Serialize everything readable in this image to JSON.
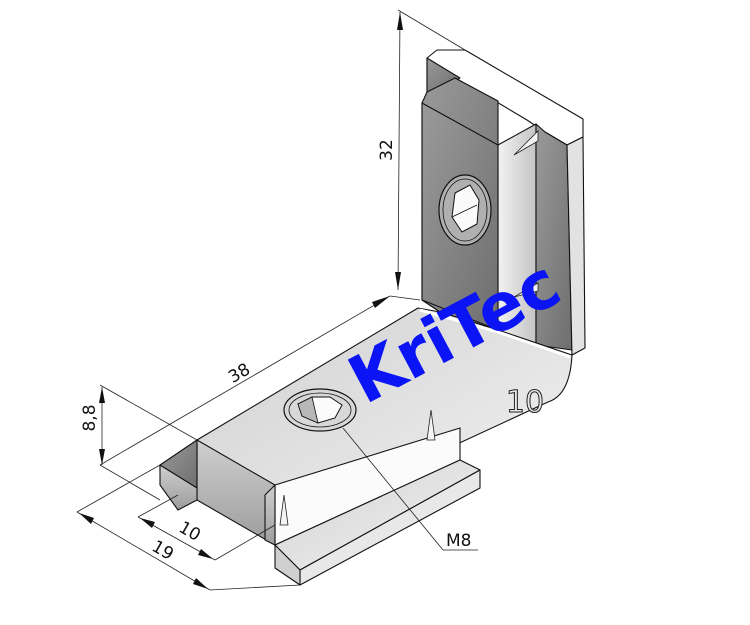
{
  "drawing": {
    "type": "isometric technical drawing",
    "subject": "angle bracket / corner connector",
    "watermark": "KriTec",
    "part_marking": "10",
    "callouts": {
      "thread": "M8"
    },
    "dimensions": {
      "vertical_height": "32",
      "horizontal_length": "38",
      "base_height": "8,8",
      "slot_width": "10",
      "total_width": "19"
    },
    "colors": {
      "watermark": "#0a14f5",
      "surface_light": "#e6e6e6",
      "surface_mid": "#bdbdbd",
      "surface_dark": "#8c8c8c",
      "line": "#111111",
      "background": "#ffffff"
    }
  }
}
